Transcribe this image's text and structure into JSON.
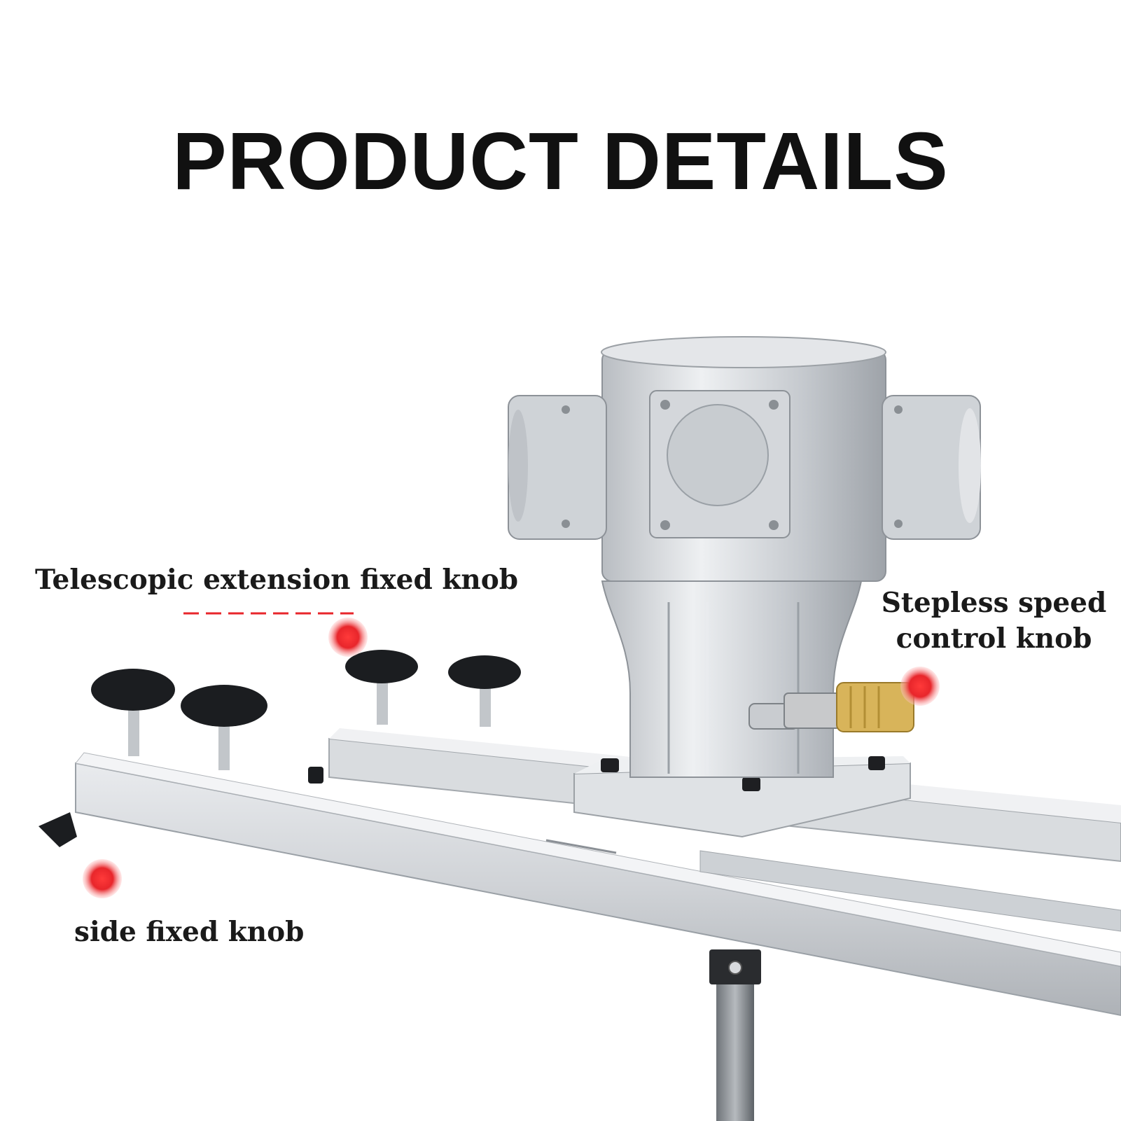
{
  "header": {
    "title": "PRODUCT DETAILS"
  },
  "callouts": {
    "telescopic": "Telescopic extension fixed knob",
    "stepless_line1": "Stepless speed",
    "stepless_line2": "control knob",
    "side": "side fixed knob"
  },
  "colors": {
    "text": "#111111",
    "marker": "#e8262b",
    "metal": "#c9ccd0",
    "knob": "#1b1d20"
  },
  "icons": {
    "marker": "red-dot-icon",
    "knob": "star-knob-icon"
  }
}
